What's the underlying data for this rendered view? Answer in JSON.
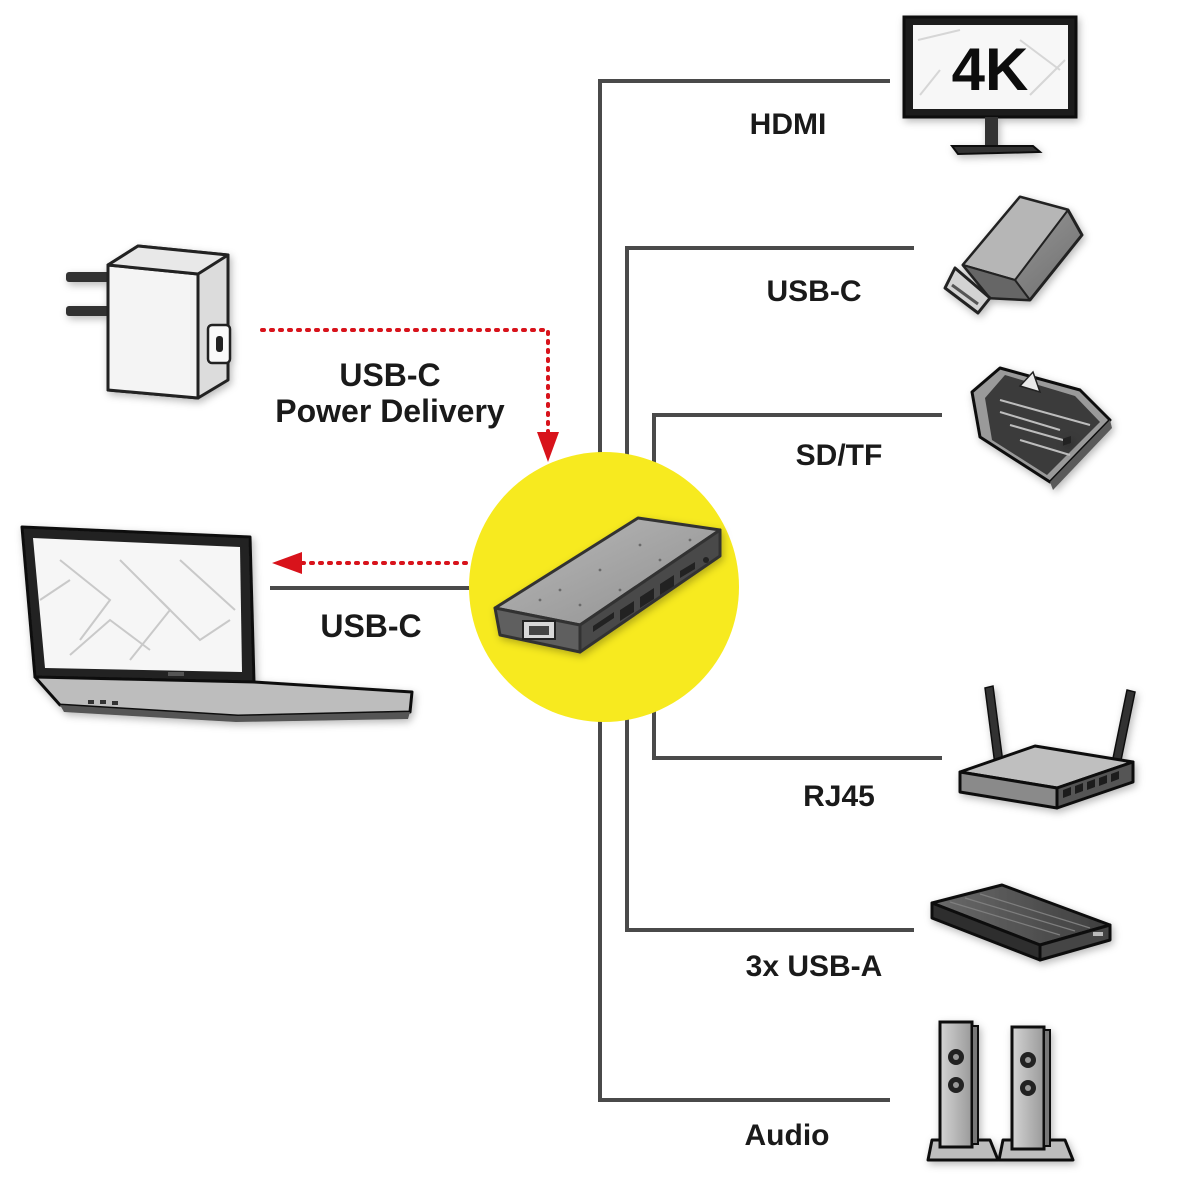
{
  "labels": {
    "power_line1": "USB-C",
    "power_line2": "Power Delivery",
    "laptop": "USB-C",
    "hdmi": "HDMI",
    "usbc": "USB-C",
    "sd": "SD/TF",
    "rj45": "RJ45",
    "usba": "3x USB-A",
    "audio": "Audio"
  },
  "monitor_badge": "4K",
  "icons": {
    "charger": "usb-c-power-adapter-icon",
    "laptop": "laptop-icon",
    "hub": "usb-c-hub-icon",
    "monitor": "monitor-icon",
    "usb_stick": "usb-c-stick-icon",
    "sd_card": "sd-card-icon",
    "router": "router-icon",
    "hdd": "external-drive-icon",
    "speakers": "speakers-icon"
  },
  "colors": {
    "hub_highlight": "#f7ea1f",
    "power_flow": "#d8131b",
    "connector_line": "#4a4a4a"
  }
}
